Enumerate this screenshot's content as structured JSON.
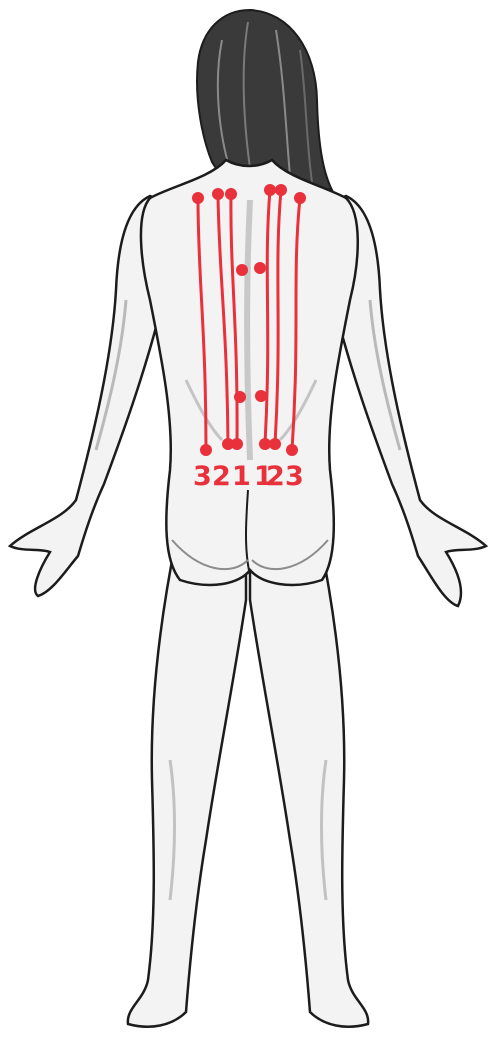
{
  "figure": {
    "accent_color": "#e8313a",
    "skin_color": "#f3f3f3",
    "outline_color": "#1c1c1c",
    "hair_color": "#3a3a3a",
    "shading_color": "#b9b9b9",
    "line_labels": {
      "left": [
        "3",
        "2",
        "1"
      ],
      "right": [
        "1",
        "2",
        "3"
      ]
    }
  }
}
